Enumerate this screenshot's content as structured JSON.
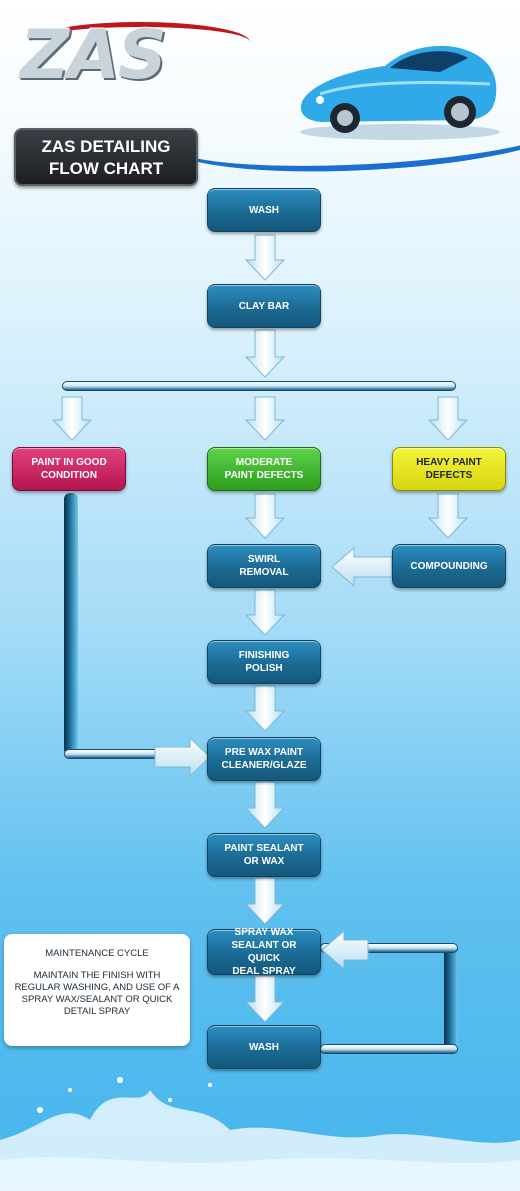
{
  "brand": {
    "logo_text": "ZAS",
    "accent": "#c0151b"
  },
  "title": {
    "line1": "ZAS DETAILING",
    "line2": "FLOW CHART"
  },
  "nodes": {
    "wash1": "WASH",
    "clay_bar": "CLAY BAR",
    "paint_good": "PAINT IN GOOD\nCONDITION",
    "moderate": "MODERATE\nPAINT DEFECTS",
    "heavy": "HEAVY PAINT\nDEFECTS",
    "swirl": "SWIRL\nREMOVAL",
    "compounding": "COMPOUNDING",
    "finishing": "FINISHING\nPOLISH",
    "prewax": "PRE WAX PAINT\nCLEANER/GLAZE",
    "sealant": "PAINT SEALANT\nOR WAX",
    "spray": "SPRAY WAX\nSEALANT OR QUICK\nDEAL SPRAY",
    "wash2": "WASH"
  },
  "maintenance": {
    "title": "MAINTENANCE CYCLE",
    "body": "MAINTAIN THE FINISH WITH REGULAR WASHING, AND USE OF A SPRAY WAX/SEALANT OR QUICK DETAIL SPRAY"
  },
  "colors": {
    "node_blue": "#1b6a93",
    "node_red": "#b4154f",
    "node_green": "#2c9d1f",
    "node_yellow": "#e6e51f",
    "arrow": "#dff2fb"
  },
  "icons": [
    "car-illustration",
    "water-splash"
  ]
}
